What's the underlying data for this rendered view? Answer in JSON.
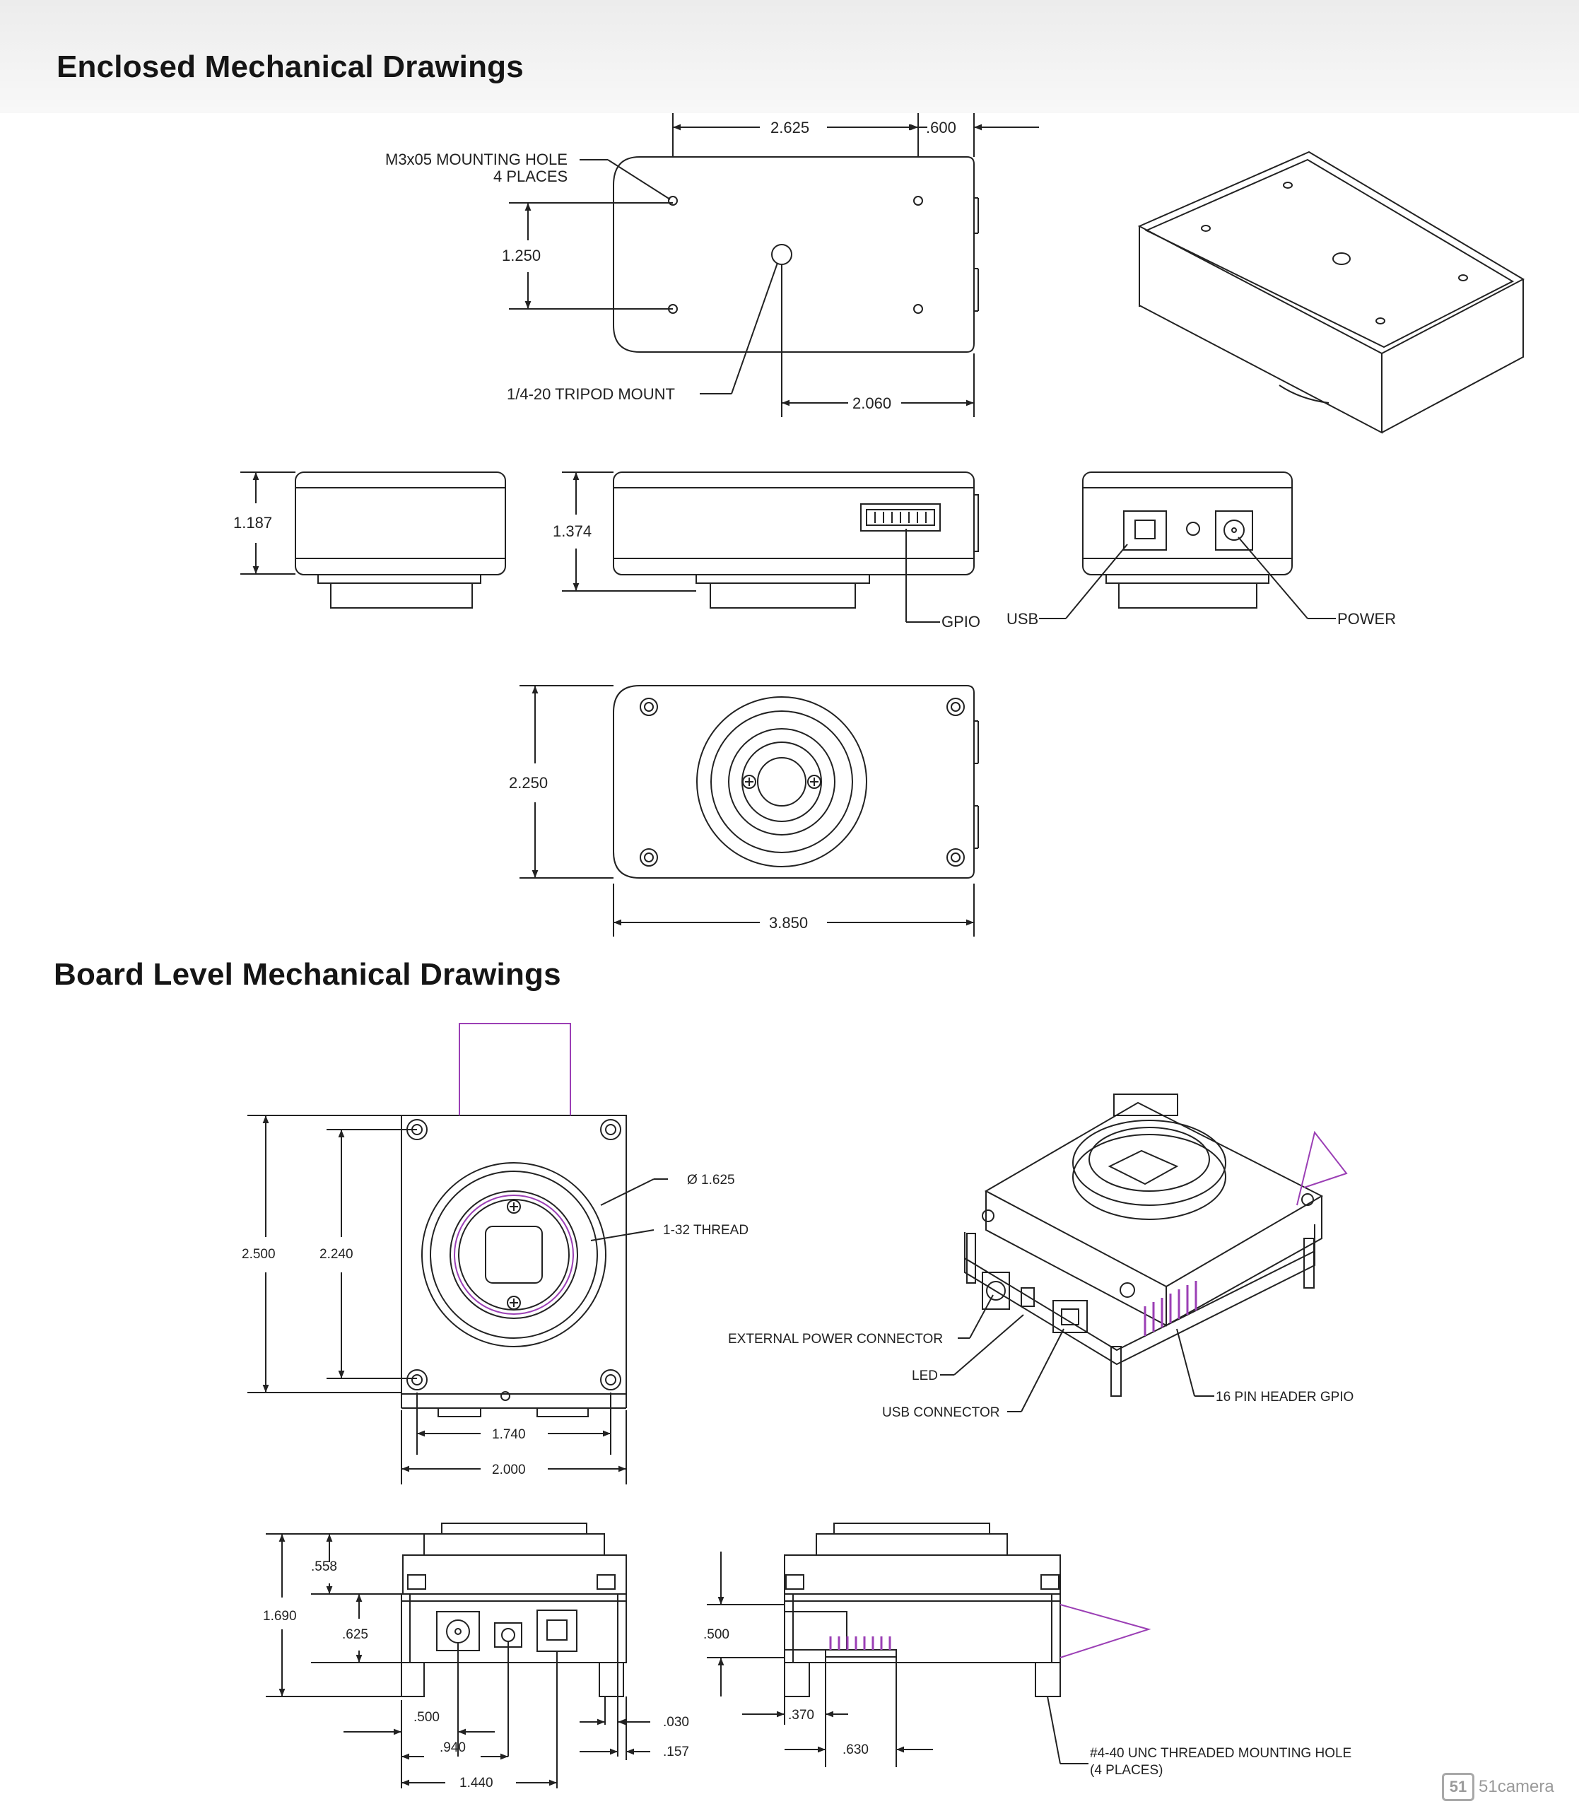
{
  "sections": {
    "enclosed_title": "Enclosed Mechanical Drawings",
    "board_title": "Board Level Mechanical Drawings"
  },
  "enclosed": {
    "dim_2625": "2.625",
    "dim_600": ".600",
    "mounting_hole_line1": "M3x05 MOUNTING HOLE",
    "mounting_hole_line2": "4 PLACES",
    "dim_1250": "1.250",
    "tripod": "1/4-20 TRIPOD MOUNT",
    "dim_2060": "2.060",
    "dim_1187": "1.187",
    "dim_1374": "1.374",
    "gpio": "GPIO",
    "usb": "USB",
    "power": "POWER",
    "dim_2250": "2.250",
    "dim_3850": "3.850"
  },
  "board": {
    "dim_2500": "2.500",
    "dim_2240": "2.240",
    "diameter": "Ø 1.625",
    "thread": "1-32 THREAD",
    "dim_1740": "1.740",
    "dim_2000": "2.000",
    "ext_power": "EXTERNAL POWER CONNECTOR",
    "led": "LED",
    "usb_connector": "USB CONNECTOR",
    "gpio_header": "16 PIN HEADER GPIO",
    "dim_558": ".558",
    "dim_1690": "1.690",
    "dim_625": ".625",
    "dim_500a": ".500",
    "dim_940": ".940",
    "dim_1440": "1.440",
    "dim_030": ".030",
    "dim_157": ".157",
    "dim_500b": ".500",
    "dim_370": ".370",
    "dim_630": ".630",
    "mount_hole_line1": "#4-40 UNC THREADED MOUNTING HOLE",
    "mount_hole_line2": "(4 PLACES)"
  },
  "watermark": {
    "logo": "51",
    "text": "51camera"
  },
  "colors": {
    "line": "#222222",
    "accent": "#9b3fb5"
  }
}
